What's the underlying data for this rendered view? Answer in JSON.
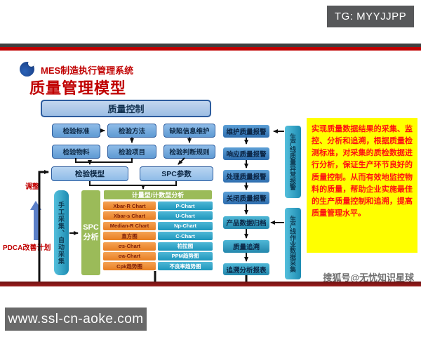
{
  "header": {
    "tg_badge": "TG: MYYJJPP",
    "logo_text": "MES制造执行管理系统",
    "title": "质量管理模型"
  },
  "diagram": {
    "quality_control": "质量控制",
    "inspect": {
      "standard": "检验标准",
      "method": "检验方法",
      "defect_info": "缺陷信息维护",
      "material": "检验物料",
      "item": "检验项目",
      "judge_rule": "检验判断规则",
      "model": "检验模型",
      "spc_param": "SPC参数"
    },
    "collect_label": "手工采集、自动采集",
    "spc": {
      "panel_label": "SPC分析",
      "header": "计量型/计数型分析",
      "variable_charts": [
        "Xbar-R Chart",
        "Xbar-s Chart",
        "Median-R Chart",
        "直方图",
        "σs-Chart",
        "σa-Chart",
        "Cpk趋势图"
      ],
      "attribute_charts": [
        "P-Chart",
        "U-Chart",
        "Np-Chart",
        "C-Chart",
        "柏拉图",
        "PPM趋势图",
        "不良率趋势图"
      ]
    },
    "alerts": [
      "维护质量报警",
      "响应质量报警",
      "处理质量报警",
      "关闭质量报警"
    ],
    "trace": [
      "产品数据归档",
      "质量追溯",
      "追溯分析报表"
    ],
    "line_alarm": "生产线质量异常报警",
    "line_data": "生产线作业数据采集",
    "adjust_label": "调整",
    "pdca_label": "PDCA改善计划"
  },
  "description": "实现质量数据结果的采集、监控、分析和追溯，根据质量检测标准，对采集的质检数据进行分析，保证生产环节良好的质量控制。从而有效地监控物料的质量，帮助企业实施最佳的生产质量控制和追溯，提高质量管理水平。",
  "watermark": "搜狐号@无忧知识星球",
  "footer": {
    "url": "www.ssl-cn-aoke.com"
  },
  "colors": {
    "accent_red": "#c00000",
    "bar_gray": "#3f3f3f",
    "light_blue_box": "#8fbce8",
    "alert_blue": "#3579be",
    "teal": "#2fa3c2",
    "green": "#9bbb59",
    "orange": "#ef8b3c",
    "yellow_panel": "#ffff00",
    "maroon_line": "#8c1a15"
  }
}
